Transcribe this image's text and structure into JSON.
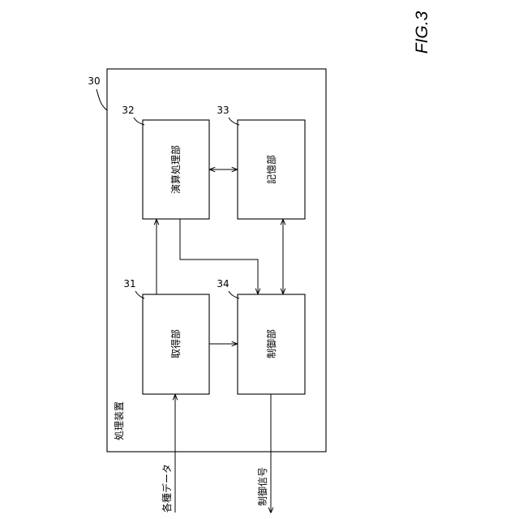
{
  "figure_label": "FIG.3",
  "device": {
    "ref": "30",
    "label": "処理装置"
  },
  "blocks": [
    {
      "id": "acquisition",
      "ref": "31",
      "label": "取得部"
    },
    {
      "id": "compute",
      "ref": "32",
      "label": "演算処理部"
    },
    {
      "id": "storage",
      "ref": "33",
      "label": "記憶部"
    },
    {
      "id": "control",
      "ref": "34",
      "label": "制御部"
    }
  ],
  "signals": {
    "input": "各種データ",
    "output": "制御信号"
  }
}
